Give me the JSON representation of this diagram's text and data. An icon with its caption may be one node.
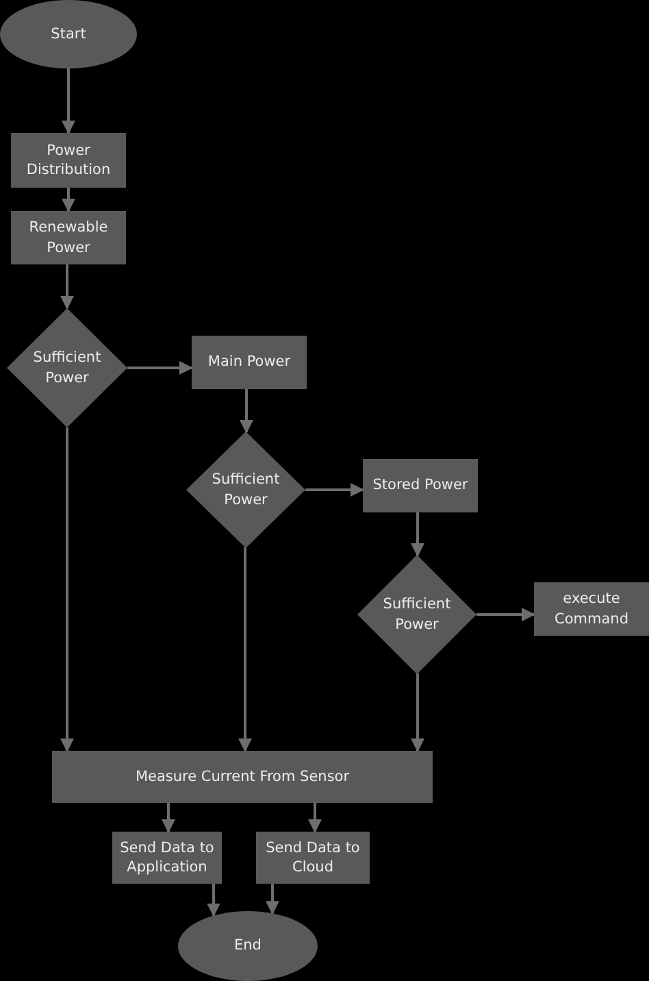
{
  "diagram": {
    "nodes": [
      {
        "text": [
          "Start"
        ]
      },
      {
        "text": [
          "Power Distribution"
        ]
      },
      {
        "text": [
          "Renewable Power"
        ]
      },
      {
        "text": [
          "Sufficient Power"
        ]
      },
      {
        "text": [
          "Main Power"
        ]
      },
      {
        "text": [
          "Sufficient Power"
        ]
      },
      {
        "text": [
          "Stored Power"
        ]
      },
      {
        "text": [
          "Sufficient Power"
        ]
      },
      {
        "text": [
          "execute Command"
        ]
      },
      {
        "text": [
          "Measure Current From Sensor"
        ]
      },
      {
        "text": [
          "Send Data to Application"
        ]
      },
      {
        "text": [
          "Send Data to Cloud"
        ]
      },
      {
        "text": [
          "End"
        ]
      }
    ],
    "edges": [
      {
        "from": 0,
        "to": 1,
        "arrow": "to"
      },
      {
        "from": 1,
        "to": 2,
        "arrow": "to"
      },
      {
        "from": 2,
        "to": 3,
        "arrow": "to"
      },
      {
        "from": 3,
        "to": 4,
        "arrow": "to"
      },
      {
        "from": 4,
        "to": 5,
        "arrow": "to"
      },
      {
        "from": 5,
        "to": 6,
        "arrow": "to"
      },
      {
        "from": 6,
        "to": 7,
        "arrow": "to"
      },
      {
        "from": 7,
        "to": 8,
        "arrow": "to"
      },
      {
        "from": 3,
        "to": 9,
        "arrow": "to"
      },
      {
        "from": 5,
        "to": 9,
        "arrow": "to"
      },
      {
        "from": 7,
        "to": 9,
        "arrow": "to"
      },
      {
        "from": 9,
        "to": 10,
        "arrow": "to"
      },
      {
        "from": 9,
        "to": 11,
        "arrow": "to"
      },
      {
        "from": 10,
        "to": 12,
        "arrow": "to"
      },
      {
        "from": 11,
        "to": 12,
        "arrow": "to"
      }
    ]
  }
}
